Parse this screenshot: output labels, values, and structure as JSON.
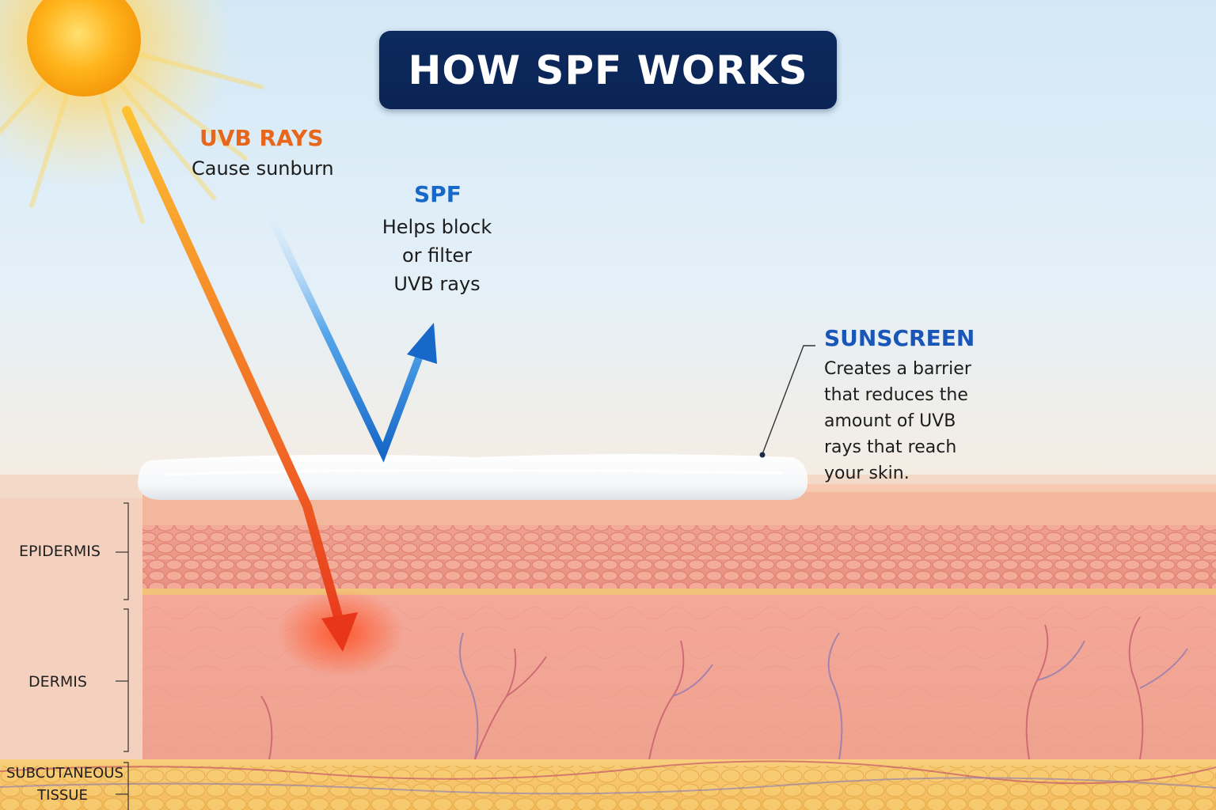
{
  "title": "HOW SPF WORKS",
  "uvb": {
    "title": "UVB RAYS",
    "description": "Cause sunburn"
  },
  "spf": {
    "title": "SPF",
    "description_lines": [
      "Helps block",
      "or filter",
      "UVB rays"
    ]
  },
  "sunscreen": {
    "title": "SUNSCREEN",
    "description_lines": [
      "Creates a barrier",
      "that reduces the",
      "amount of UVB",
      "rays that reach",
      "your skin."
    ]
  },
  "layers": {
    "epidermis": "EPIDERMIS",
    "dermis": "DERMIS",
    "subcutaneous_lines": [
      "SUBCUTANEOUS",
      "TISSUE"
    ]
  },
  "colors": {
    "title_bg": "#0d2a5e",
    "uvb_accent": "#e8661c",
    "spf_accent": "#1769c9",
    "sunscreen_accent": "#1a56b8",
    "skin": "#f2a693",
    "fat": "#f6c46a"
  }
}
